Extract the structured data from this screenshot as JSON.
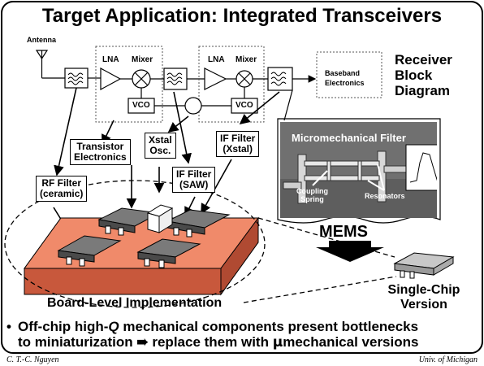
{
  "title": "Target Application: Integrated Transceivers",
  "receiver": {
    "antenna": "Antenna",
    "lna1": "LNA",
    "mixer1": "Mixer",
    "vco1": "VCO",
    "lna2": "LNA",
    "mixer2": "Mixer",
    "vco2": "VCO",
    "baseband_line1": "Baseband",
    "baseband_line2": "Electronics",
    "label_line1": "Receiver",
    "label_line2": "Block",
    "label_line3": "Diagram"
  },
  "callouts": {
    "transistor_line1": "Transistor",
    "transistor_line2": "Electronics",
    "xstal_line1": "Xstal",
    "xstal_line2": "Osc.",
    "if_xstal_line1": "IF Filter",
    "if_xstal_line2": "(Xstal)",
    "if_saw_line1": "IF Filter",
    "if_saw_line2": "(SAW)",
    "rf_line1": "RF Filter",
    "rf_line2": "(ceramic)"
  },
  "micrograph": {
    "title": "Micromechanical Filter",
    "coupling_line1": "Coupling",
    "coupling_line2": "Spring",
    "resonators": "Resonators"
  },
  "mems": "MEMS",
  "board_label": "Board-Level Implementation",
  "single_chip_line1": "Single-Chip",
  "single_chip_line2": "Version",
  "bullet_line1_a": "Off-chip high-",
  "bullet_line1_q": "Q",
  "bullet_line1_b": " mechanical components present bottlenecks",
  "bullet_line2_a": "to miniaturization ",
  "bullet_arrow": "➠",
  "bullet_line2_b": " replace them with ",
  "bullet_mu": "μ",
  "bullet_line2_c": "mechanical versions",
  "footer_left": "C. T.-C. Nguyen",
  "footer_right": "Univ. of Michigan",
  "colors": {
    "board_top": "#f08a6a",
    "board_side": "#c8583c",
    "chip": "#5b5b5b",
    "chip_top": "#7a7a7a"
  }
}
